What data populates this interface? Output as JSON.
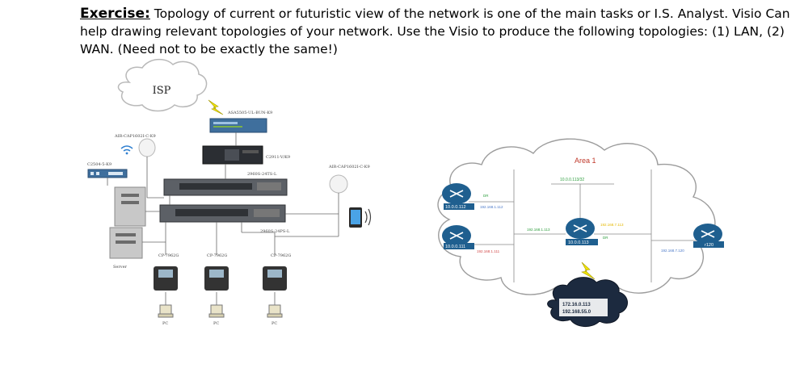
{
  "exercise": {
    "heading": "Exercise:",
    "text": " Topology of current or futuristic view of the network is one of the main tasks or I.S. Analyst. Visio Can help drawing relevant topologies of your network. Use the Visio to produce the following topologies: (1) LAN, (2) WAN. (Need not to be exactly the same!)"
  },
  "lan": {
    "isp_label": "ISP",
    "asa_label": "ASA5505-UL-BUN-K9",
    "router_label": "C2911-V/K9",
    "ap_left_label": "AIR-CAP1602I-C-K9",
    "ap_right_label": "AIR-CAP1602I-C-K9",
    "switch_c2504_label": "C2504-5-K9",
    "switch_top_label": "2960S-24TS-L",
    "switch_bottom_label": "2960S-24PS-L",
    "server_label": "Server",
    "phones": [
      "CP-7962G",
      "CP-7962G",
      "CP-7962G"
    ],
    "pcs": [
      "PC",
      "PC",
      "PC"
    ]
  },
  "wan": {
    "area_label": "Area 1",
    "top_net": "10.0.0.113/32",
    "r1_label": "10.0.0.112",
    "r1_ip": "192.168.1.112",
    "r2_label": "10.0.0.111",
    "r2_ip": "192.168.1.111",
    "r3_label": "10.0.0.113",
    "r3_ip_left": "192.168.1.113",
    "r3_ip_right": "192.168.7.113",
    "r4_label": "r120",
    "r4_ip": "192.168.7.120",
    "dr_top": "DR",
    "dr_right": "DR",
    "cloud_line1": "172.16.0.113",
    "cloud_line2": "192.168.55.0"
  },
  "colors": {
    "router_blue": "#1f5f8f",
    "area_red": "#c0392b",
    "ip_blue": "#4a78c8",
    "ip_red": "#d24a4a",
    "ip_green": "#2e9e3e",
    "ip_yellow": "#e5b800",
    "wan_cloud_dark": "#1c2a3f"
  }
}
